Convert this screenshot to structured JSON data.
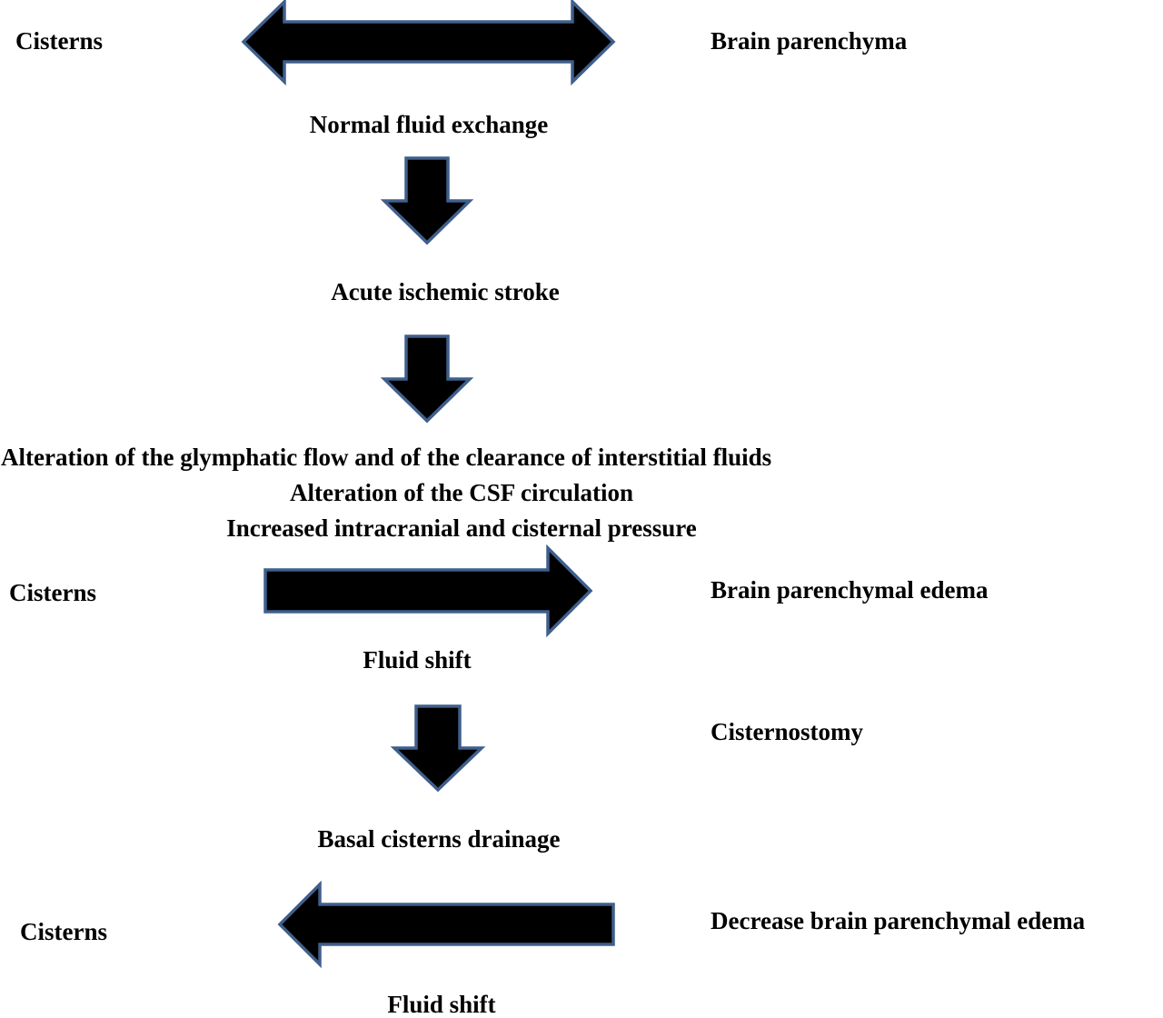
{
  "diagram": {
    "row1": {
      "left_label": "Cisterns",
      "right_label": "Brain parenchyma",
      "arrow_caption": "Normal fluid exchange"
    },
    "step_stroke": "Acute ischemic stroke",
    "alterations": {
      "line1": "Alteration of the glymphatic flow and of the clearance of interstitial fluids",
      "line2": "Alteration of the CSF circulation",
      "line3": "Increased intracranial and cisternal pressure"
    },
    "row2": {
      "left_label": "Cisterns",
      "right_label": "Brain parenchymal edema",
      "arrow_caption": "Fluid shift"
    },
    "intervention_label": "Cisternostomy",
    "step_drainage": "Basal cisterns drainage",
    "row3": {
      "left_label": "Cisterns",
      "right_label": "Decrease brain parenchymal edema",
      "arrow_caption": "Fluid shift"
    },
    "colors": {
      "arrow_fill": "#000000",
      "arrow_outline": "#3f5f8c",
      "text": "#000000"
    }
  }
}
